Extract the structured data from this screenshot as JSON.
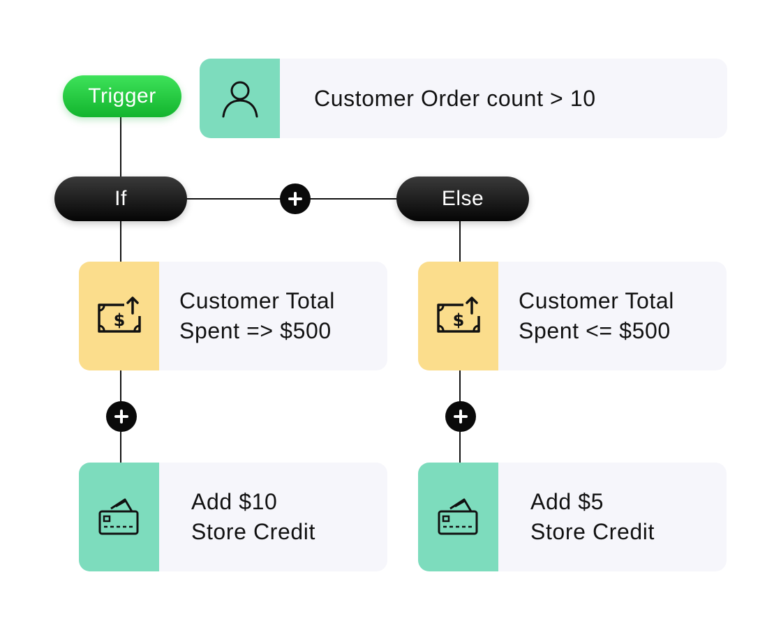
{
  "trigger": {
    "label": "Trigger"
  },
  "trigger_card": {
    "text": "Customer Order count > 10",
    "icon": "user-icon"
  },
  "if_node": {
    "label": "If"
  },
  "else_node": {
    "label": "Else"
  },
  "if_condition": {
    "line1": "Customer Total",
    "line2": "Spent => $500",
    "icon": "cash-upload-icon"
  },
  "else_condition": {
    "line1": "Customer Total",
    "line2": "Spent <= $500",
    "icon": "cash-upload-icon"
  },
  "if_action": {
    "line1": "Add $10",
    "line2": "Store Credit",
    "icon": "credit-card-icon"
  },
  "else_action": {
    "line1": "Add $5",
    "line2": "Store Credit",
    "icon": "credit-card-icon"
  },
  "colors": {
    "trigger_green": "#12b42d",
    "node_dark": "#050505",
    "teal": "#7ddcbd",
    "yellow": "#fbdd8c",
    "card_bg": "#f6f6fb"
  }
}
